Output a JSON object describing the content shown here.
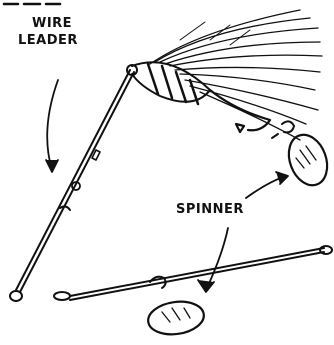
{
  "labels": {
    "wire_leader_line1": "WIRE",
    "wire_leader_line2": "LEADER",
    "spinner": "SPINNER"
  },
  "ink_color": "#111111",
  "background": "#ffffff"
}
